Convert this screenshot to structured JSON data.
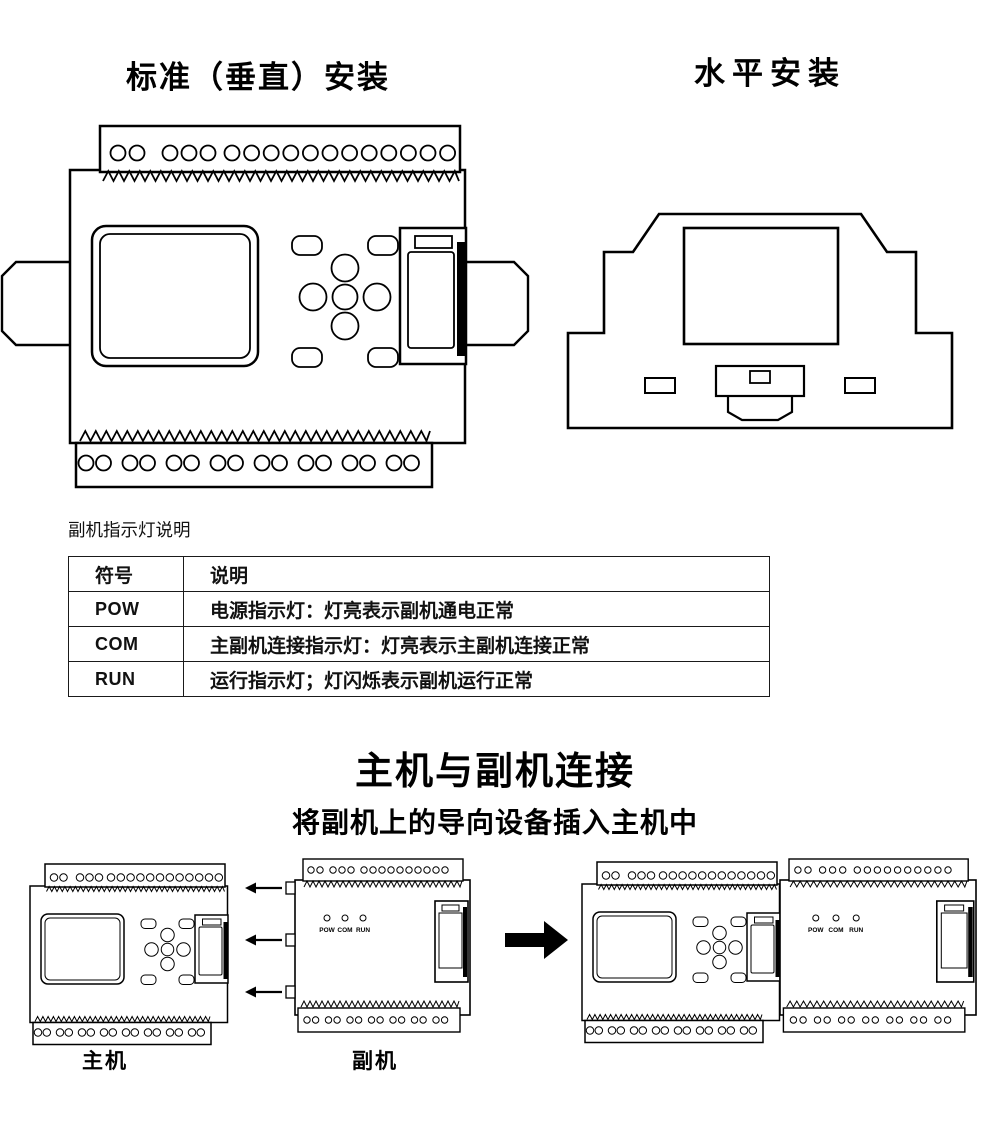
{
  "titles": {
    "vertical": "标准（垂直）安装",
    "horizontal": "水平安装"
  },
  "indicator_table": {
    "caption": "副机指示灯说明",
    "col_symbol": "符号",
    "col_desc": "说明",
    "rows": [
      {
        "symbol": "POW",
        "desc": "电源指示灯：灯亮表示副机通电正常"
      },
      {
        "symbol": "COM",
        "desc": "主副机连接指示灯：灯亮表示主副机连接正常"
      },
      {
        "symbol": "RUN",
        "desc": "运行指示灯；灯闪烁表示副机运行正常"
      }
    ]
  },
  "connection": {
    "heading": "主机与副机连接",
    "subheading": "将副机上的导向设备插入主机中",
    "master_label": "主机",
    "slave_label": "副机",
    "led_labels": [
      "POW",
      "COM",
      "RUN"
    ]
  },
  "colors": {
    "line": "#000000",
    "background": "#ffffff"
  }
}
